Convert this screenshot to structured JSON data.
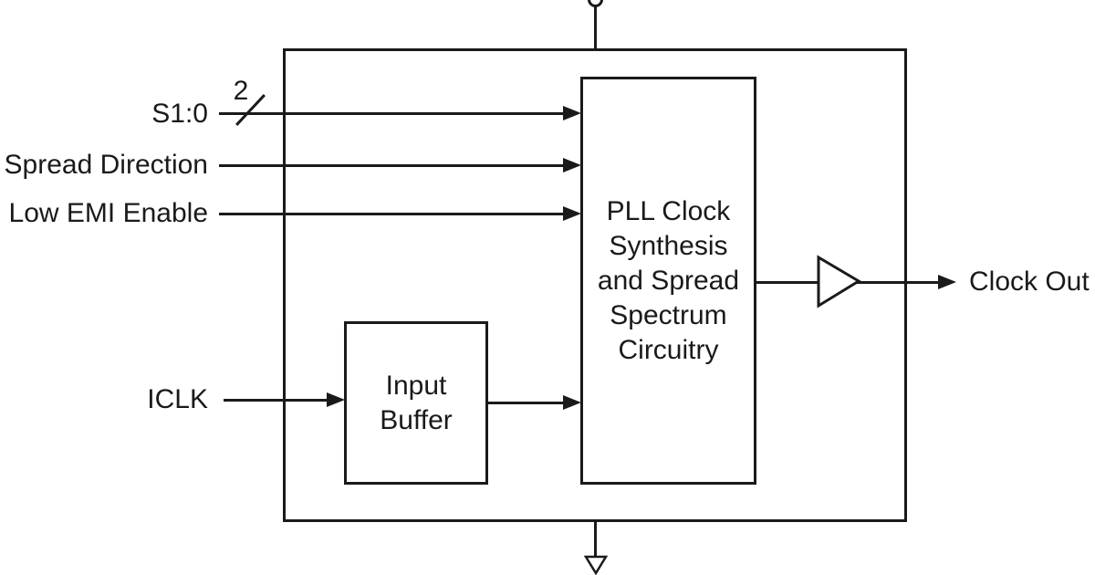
{
  "diagram": {
    "inputs": {
      "s10": {
        "label": "S1:0",
        "bus_width": "2"
      },
      "spread_direction": {
        "label": "Spread Direction"
      },
      "low_emi_enable": {
        "label": "Low EMI Enable"
      },
      "iclk": {
        "label": "ICLK"
      }
    },
    "blocks": {
      "input_buffer": {
        "label": "Input\nBuffer"
      },
      "pll": {
        "label": "PLL Clock\nSynthesis\nand Spread\nSpectrum\nCircuitry"
      }
    },
    "outputs": {
      "clock_out": {
        "label": "Clock Out"
      }
    },
    "symbols": {
      "top_pin": "open-circle",
      "bottom_pin": "open-arrowhead-down",
      "output_buffer": "open-triangle-buffer"
    },
    "colors": {
      "line": "#1a1a1a",
      "background": "#ffffff"
    }
  }
}
